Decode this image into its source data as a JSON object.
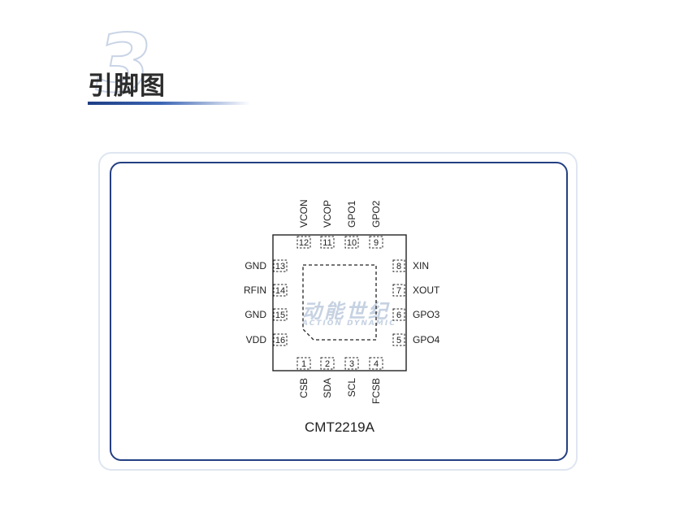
{
  "header": {
    "section_number": "3",
    "title": "引脚图"
  },
  "watermark": {
    "line1": "动能世纪",
    "line2": "ACTION DYNAMIC"
  },
  "diagram": {
    "chip_name": "CMT2219A",
    "pins": {
      "top": [
        {
          "num": "12",
          "name": "VCON"
        },
        {
          "num": "11",
          "name": "VCOP"
        },
        {
          "num": "10",
          "name": "GPO1"
        },
        {
          "num": "9",
          "name": "GPO2"
        }
      ],
      "bottom": [
        {
          "num": "1",
          "name": "CSB"
        },
        {
          "num": "2",
          "name": "SDA"
        },
        {
          "num": "3",
          "name": "SCL"
        },
        {
          "num": "4",
          "name": "FCSB"
        }
      ],
      "left": [
        {
          "num": "13",
          "name": "GND"
        },
        {
          "num": "14",
          "name": "RFIN"
        },
        {
          "num": "15",
          "name": "GND"
        },
        {
          "num": "16",
          "name": "VDD"
        }
      ],
      "right": [
        {
          "num": "8",
          "name": "XIN"
        },
        {
          "num": "7",
          "name": "XOUT"
        },
        {
          "num": "6",
          "name": "GPO3"
        },
        {
          "num": "5",
          "name": "GPO4"
        }
      ]
    }
  }
}
